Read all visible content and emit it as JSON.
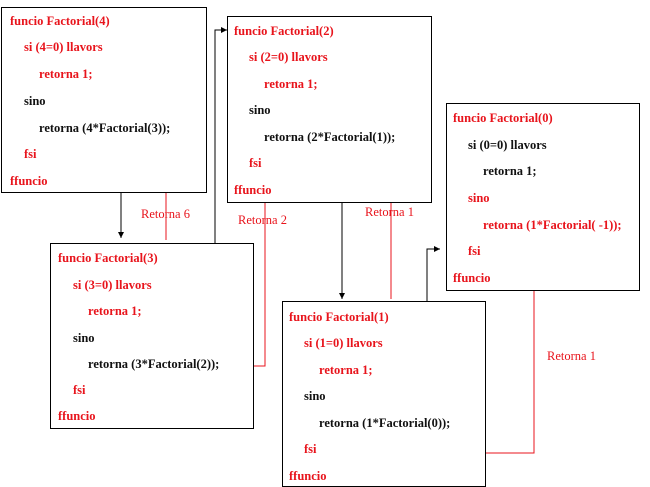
{
  "boxes": {
    "f4": {
      "header": "funcio Factorial(4)",
      "cond": "si (4=0) llavors",
      "ret1": "retorna 1;",
      "sino": "sino",
      "call": "retorna (4*Factorial(3));",
      "fsi": "fsi",
      "end": "ffuncio"
    },
    "f2": {
      "header": "funcio Factorial(2)",
      "cond": "si (2=0) llavors",
      "ret1": "retorna 1;",
      "sino": "sino",
      "call": "retorna (2*Factorial(1));",
      "fsi": "fsi",
      "end": "ffuncio"
    },
    "f0": {
      "header": "funcio Factorial(0)",
      "cond": "si (0=0) llavors",
      "ret1": "retorna 1;",
      "sino": "sino",
      "call": "retorna (1*Factorial( -1));",
      "fsi": "fsi",
      "end": "ffuncio"
    },
    "f3": {
      "header": "funcio Factorial(3)",
      "cond": "si (3=0) llavors",
      "ret1": "retorna 1;",
      "sino": "sino",
      "call": "retorna (3*Factorial(2));",
      "fsi": "fsi",
      "end": "ffuncio"
    },
    "f1": {
      "header": "funcio Factorial(1)",
      "cond": "si (1=0) llavors",
      "ret1": "retorna 1;",
      "sino": "sino",
      "call": "retorna (1*Factorial(0));",
      "fsi": "fsi",
      "end": "ffuncio"
    }
  },
  "labels": {
    "ret6": "Retorna 6",
    "ret2": "Retorna 2",
    "ret1_a": "Retorna 1",
    "ret1_b": "Retorna 1"
  },
  "colors": {
    "return_arrow": "#e8141c",
    "call_arrow": "#000000",
    "highlight_text": "#e8141c",
    "normal_text": "#111111"
  }
}
